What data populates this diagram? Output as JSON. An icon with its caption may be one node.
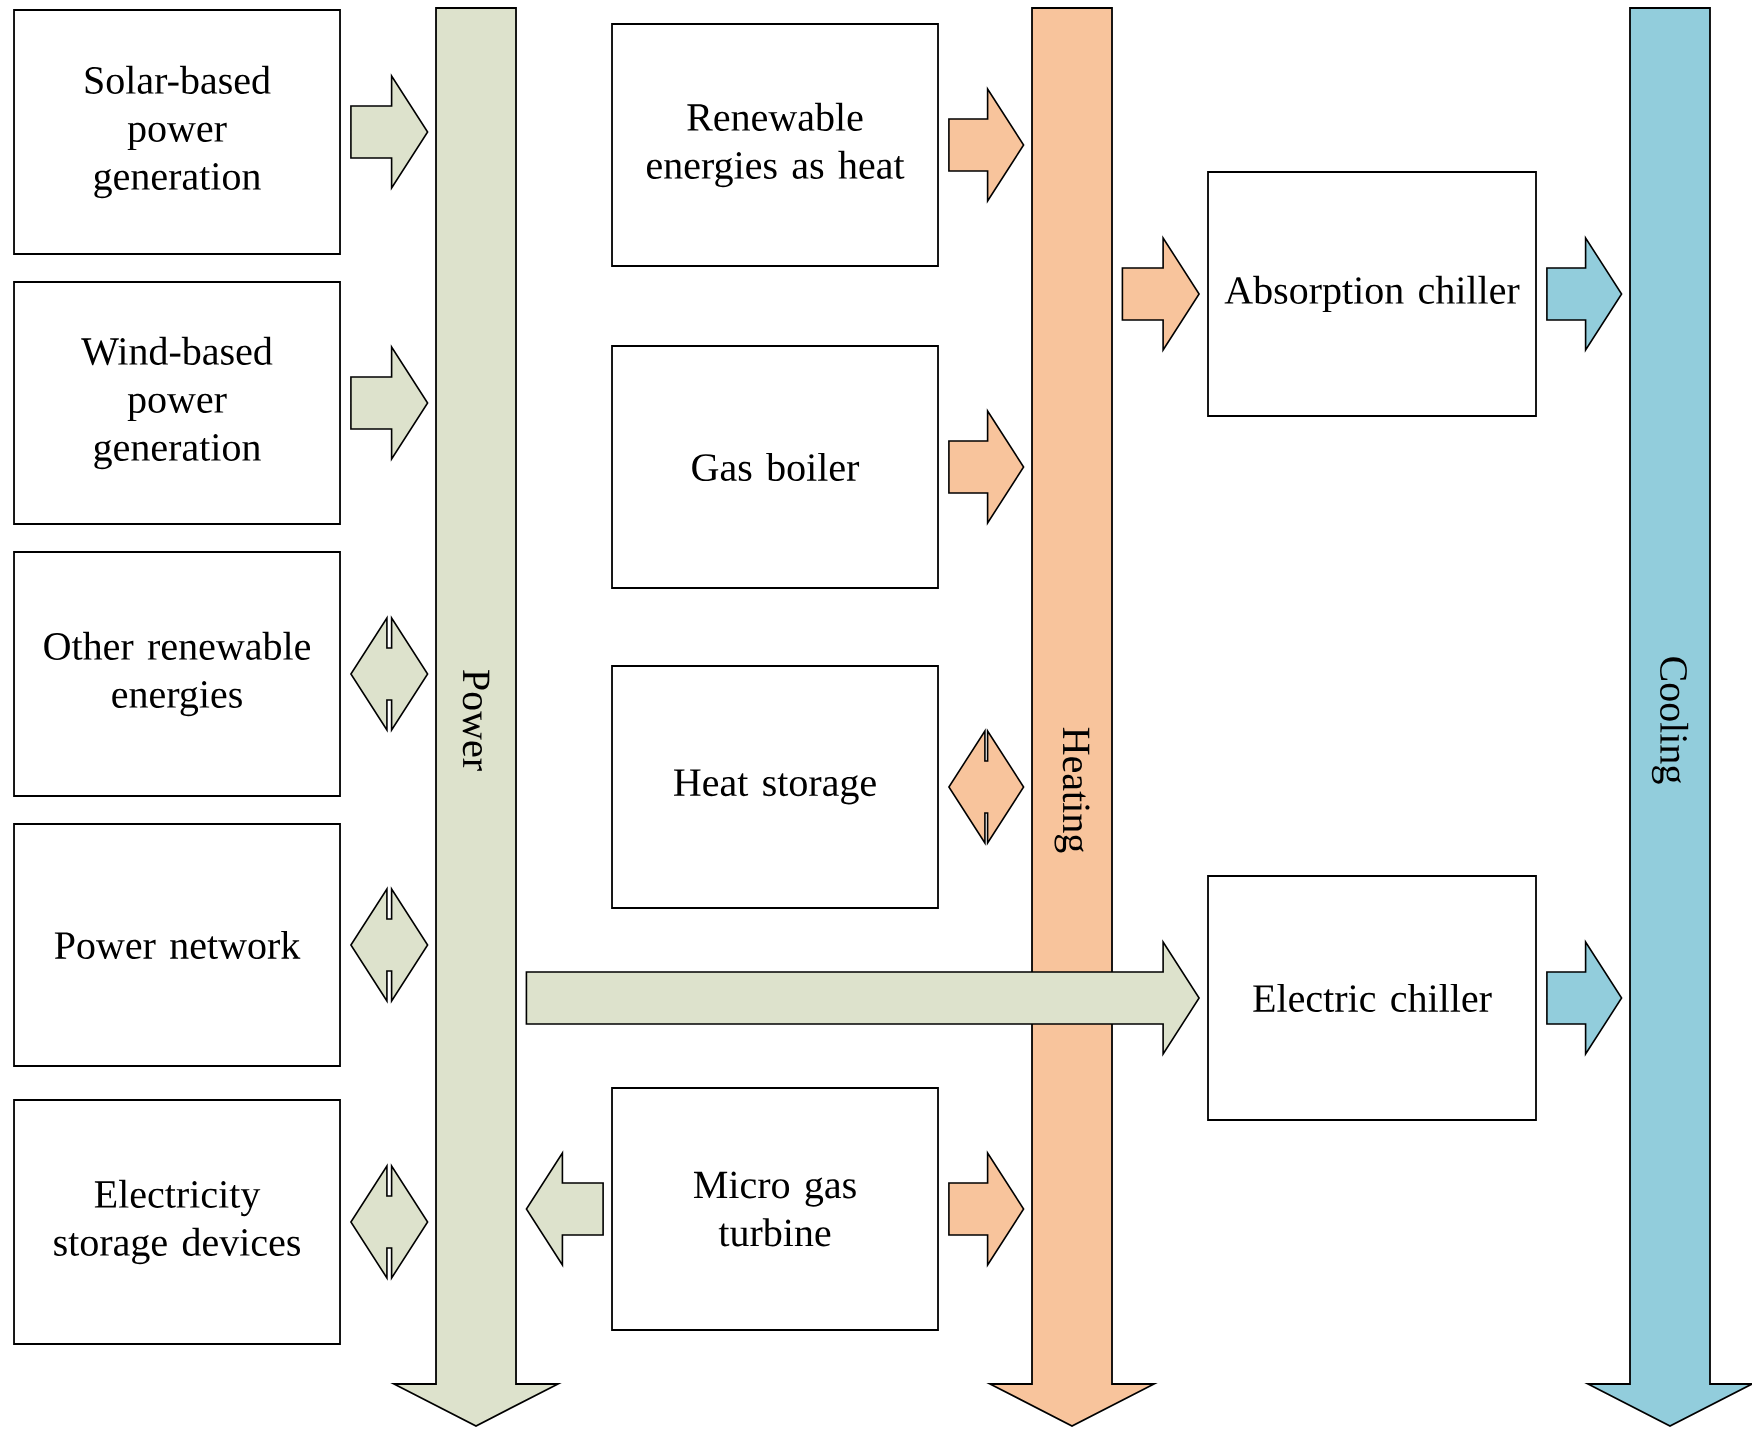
{
  "diagram": {
    "nodes": [
      {
        "text": [
          "Solar-based power generation"
        ]
      },
      {
        "text": [
          "Wind-based power generation"
        ]
      },
      {
        "text": [
          "Other renewable energies"
        ]
      },
      {
        "text": [
          "Power network"
        ]
      },
      {
        "text": [
          "Electricity storage devices"
        ]
      },
      {
        "text": [
          "Power"
        ]
      },
      {
        "text": [
          "Renewable energies as heat"
        ]
      },
      {
        "text": [
          "Gas boiler"
        ]
      },
      {
        "text": [
          "Heat storage"
        ]
      },
      {
        "text": [
          "Micro gas turbine"
        ]
      },
      {
        "text": [
          "Heating"
        ]
      },
      {
        "text": [
          "Absorption chiller"
        ]
      },
      {
        "text": [
          "Electric chiller"
        ]
      },
      {
        "text": [
          "Cooling"
        ]
      }
    ],
    "edges": [
      {
        "from": 0,
        "to": 5,
        "arrow": "to"
      },
      {
        "from": 1,
        "to": 5,
        "arrow": "to"
      },
      {
        "from": 2,
        "to": 5,
        "arrow": "both"
      },
      {
        "from": 3,
        "to": 5,
        "arrow": "both"
      },
      {
        "from": 4,
        "to": 5,
        "arrow": "both"
      },
      {
        "from": 6,
        "to": 10,
        "arrow": "to",
        "color": "#f8c49c"
      },
      {
        "from": 7,
        "to": 10,
        "arrow": "to",
        "color": "#f8c49c"
      },
      {
        "from": 8,
        "to": 10,
        "arrow": "both",
        "color": "#f8c49c"
      },
      {
        "from": 9,
        "to": 5,
        "arrow": "to"
      },
      {
        "from": 9,
        "to": 10,
        "arrow": "to",
        "color": "#f8c49c"
      },
      {
        "from": 5,
        "to": 12,
        "arrow": "to"
      },
      {
        "from": 10,
        "to": 11,
        "arrow": "to",
        "color": "#f8c49c"
      },
      {
        "from": 11,
        "to": 13,
        "arrow": "to",
        "color": "#92cddc"
      },
      {
        "from": 12,
        "to": 13,
        "arrow": "to",
        "color": "#92cddc"
      }
    ]
  }
}
